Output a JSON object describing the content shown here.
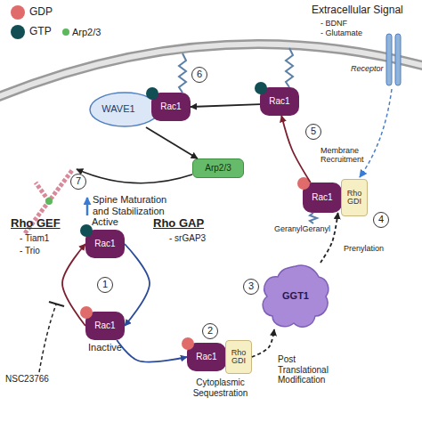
{
  "diagram": {
    "nodes": [
      {
        "text": [
          "WAVE1"
        ]
      },
      {
        "text": [
          "Rac1"
        ]
      },
      {
        "text": [
          "Rac1"
        ]
      },
      {
        "text": [
          "Arp2/3"
        ]
      },
      {
        "text": [
          "Rac1"
        ]
      },
      {
        "text": [
          "Rho GDI"
        ]
      },
      {
        "text": [
          "Active",
          "Rac1"
        ]
      },
      {
        "text": [
          "GGT1"
        ]
      },
      {
        "text": [
          "Rac1",
          "Inactive"
        ]
      },
      {
        "text": [
          "Rac1"
        ]
      },
      {
        "text": [
          "Rho GDI"
        ]
      }
    ],
    "edges": [
      {
        "from": 2,
        "to": 1,
        "arrow": "to"
      },
      {
        "from": 0,
        "to": 3,
        "arrow": "to"
      },
      {
        "from": 4,
        "to": 2,
        "arrow": "to",
        "label": "Membrane Recruitment"
      },
      {
        "from": 7,
        "to": 4,
        "arrow": "to",
        "label": "Prenylation"
      },
      {
        "from": 6,
        "to": 8,
        "arrow": "to"
      },
      {
        "from": 8,
        "to": 6,
        "arrow": "to"
      },
      {
        "from": 8,
        "to": 9,
        "arrow": "to"
      },
      {
        "from": 10,
        "to": 7,
        "arrow": "to",
        "label": "Post Translational Modification"
      }
    ],
    "labels": [
      "Extracellular Signal",
      "- BDNF",
      "- Glutamate",
      "Receptor",
      "6",
      "5",
      "7",
      "Spine Maturation and Stabilization",
      "4",
      "GeranylGeranyl",
      "Rho GEF",
      "- Tiam1",
      "- Trio",
      "Rho GAP",
      "- srGAP3",
      "3",
      "1",
      "NSC23766",
      "2",
      "Cytoplasmic Sequestration"
    ],
    "legend": [
      {
        "text": "GDP",
        "color": "#e06b6b"
      },
      {
        "text": "GTP",
        "color": "#114f55"
      },
      {
        "text": "Arp2/3",
        "color": "#5cb85c"
      }
    ]
  }
}
